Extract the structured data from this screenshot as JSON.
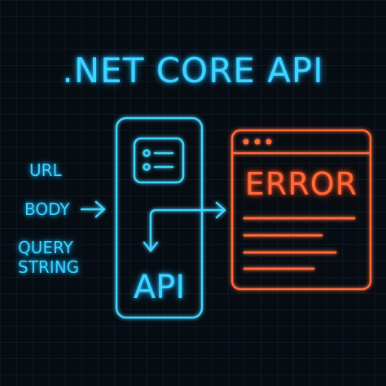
{
  "title": ".NET CORE API",
  "inputs": {
    "url": "URL",
    "body": "BODY",
    "query_string": "QUERY STRING"
  },
  "api_box": {
    "label": "API"
  },
  "error_window": {
    "label": "ERROR"
  },
  "colors": {
    "accent_cyan": "#3fd4ff",
    "accent_orange": "#ff6a3a",
    "background": "#070c12"
  }
}
